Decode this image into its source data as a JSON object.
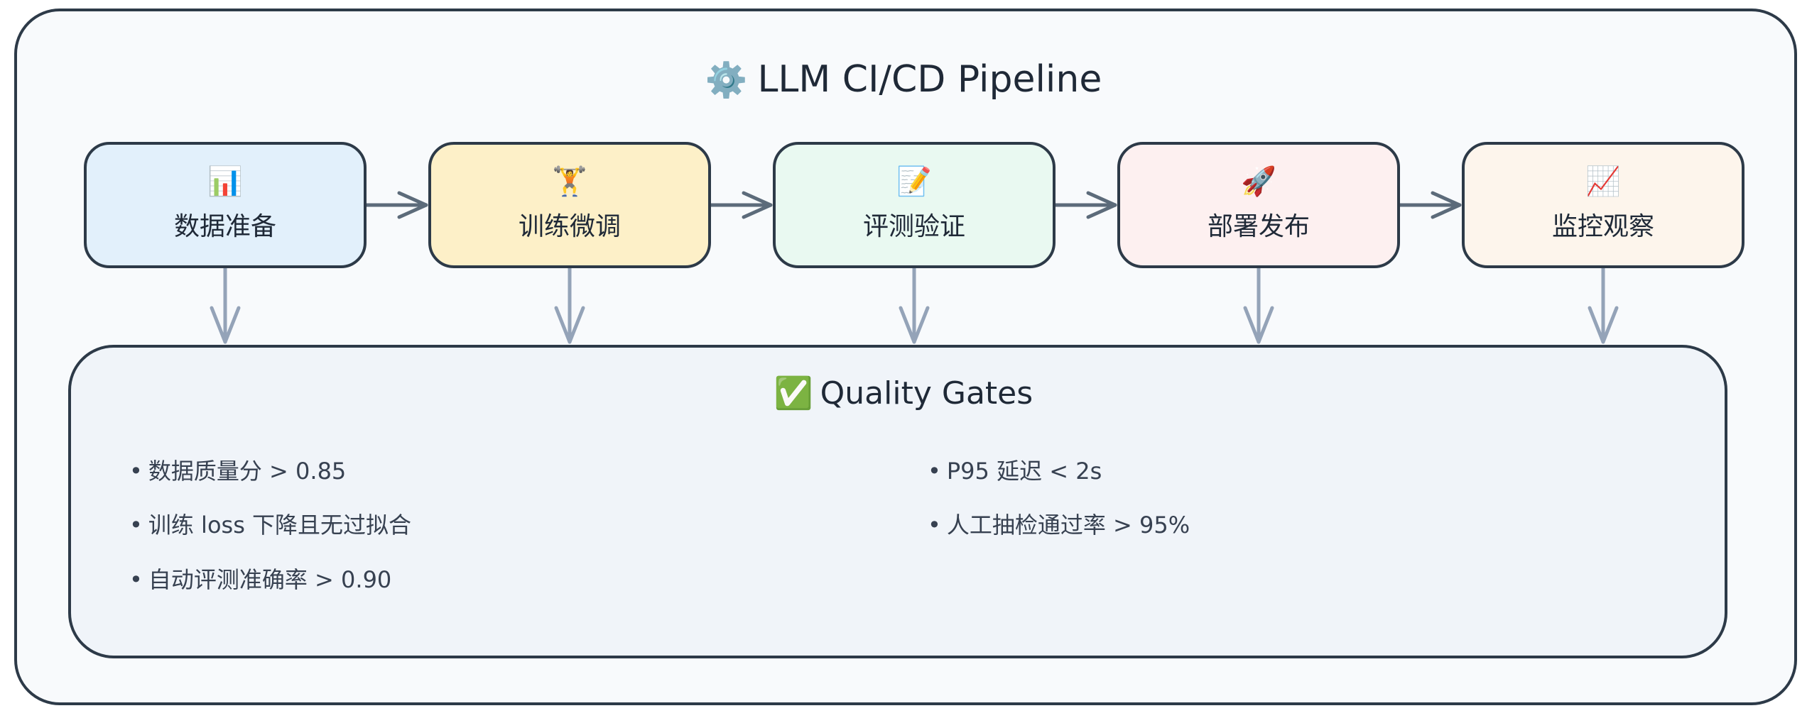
{
  "title": {
    "icon": "⚙️",
    "text": "LLM CI/CD Pipeline"
  },
  "stages": [
    {
      "icon": "📊",
      "icon_name": "bar-chart-icon",
      "label": "数据准备",
      "color": "#e2f0fb"
    },
    {
      "icon": "🏋️",
      "icon_name": "weightlifter-icon",
      "label": "训练微调",
      "color": "#fdf0c8"
    },
    {
      "icon": "📝",
      "icon_name": "memo-icon",
      "label": "评测验证",
      "color": "#e9f9f1"
    },
    {
      "icon": "🚀",
      "icon_name": "rocket-icon",
      "label": "部署发布",
      "color": "#fdf0f0"
    },
    {
      "icon": "📈",
      "icon_name": "trend-up-icon",
      "label": "监控观察",
      "color": "#fdf5ec"
    }
  ],
  "quality_gates": {
    "icon": "✅",
    "title": "Quality Gates",
    "bullet": "•",
    "items": [
      "数据质量分 > 0.85",
      "训练 loss 下降且无过拟合",
      "自动评测准确率 > 0.90",
      "P95 延迟 < 2s",
      "人工抽检通过率 > 95%"
    ]
  },
  "colors": {
    "border": "#2d3a48",
    "arrow_horizontal": "#5c6b7a",
    "arrow_vertical": "#94a3b8"
  }
}
